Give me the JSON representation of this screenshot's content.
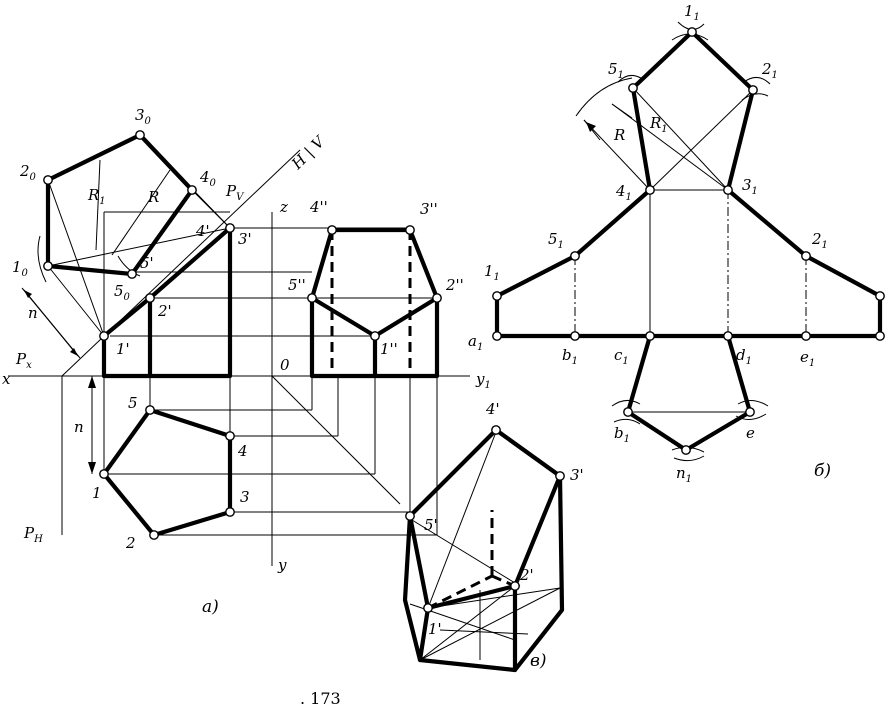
{
  "figure_number": ". 173",
  "captions": {
    "a": "а)",
    "b": "б)",
    "v": "в)"
  },
  "view_a": {
    "labels": {
      "p_30": "3",
      "p_30s": "0",
      "p_20": "2",
      "p_20s": "0",
      "p_40": "4",
      "p_40s": "0",
      "p_10": "1",
      "p_10s": "0",
      "p_50": "5",
      "p_50s": "0",
      "R1": "R",
      "R1s": "1",
      "R": "R",
      "n_top": "n",
      "n_bottom": "n",
      "Pv": "P",
      "Pvs": "V",
      "Px": "P",
      "Pxs": "x",
      "Ph": "P",
      "Phs": "H",
      "x": "x",
      "z": "z",
      "O": "0",
      "y1": "y",
      "y1s": "1",
      "y": "y",
      "axis_diag": "H | V",
      "f4p": "4'",
      "f3p": "3'",
      "f5p": "5'",
      "f2p": "2'",
      "f1p": "1'",
      "s4pp": "4''",
      "s3pp": "3''",
      "s5pp": "5''",
      "s2pp": "2''",
      "s1pp": "1''",
      "h5": "5",
      "h4": "4",
      "h1": "1",
      "h3": "3",
      "h2": "2"
    }
  },
  "view_b": {
    "labels": {
      "t1": "1",
      "t1s": "1",
      "t5": "5",
      "t5s": "1",
      "t2": "2",
      "t2s": "1",
      "R": "R",
      "R1": "R",
      "R1s": "1",
      "t4": "4",
      "t4s": "1",
      "t3": "3",
      "t3s": "1",
      "m5": "5",
      "m5s": "1",
      "m2": "2",
      "m2s": "1",
      "l1": "1",
      "l1s": "1",
      "a": "a",
      "as": "1",
      "b": "b",
      "bs": "1",
      "c": "c",
      "cs": "1",
      "d": "d",
      "ds": "1",
      "e": "e",
      "es": "1",
      "bb": "b",
      "bbs": "1",
      "ee": "e",
      "n": "n",
      "ns": "1"
    }
  },
  "view_v": {
    "labels": {
      "i4": "4'",
      "i3": "3'",
      "i5": "5'",
      "i2": "2'",
      "i1": "1'"
    }
  }
}
